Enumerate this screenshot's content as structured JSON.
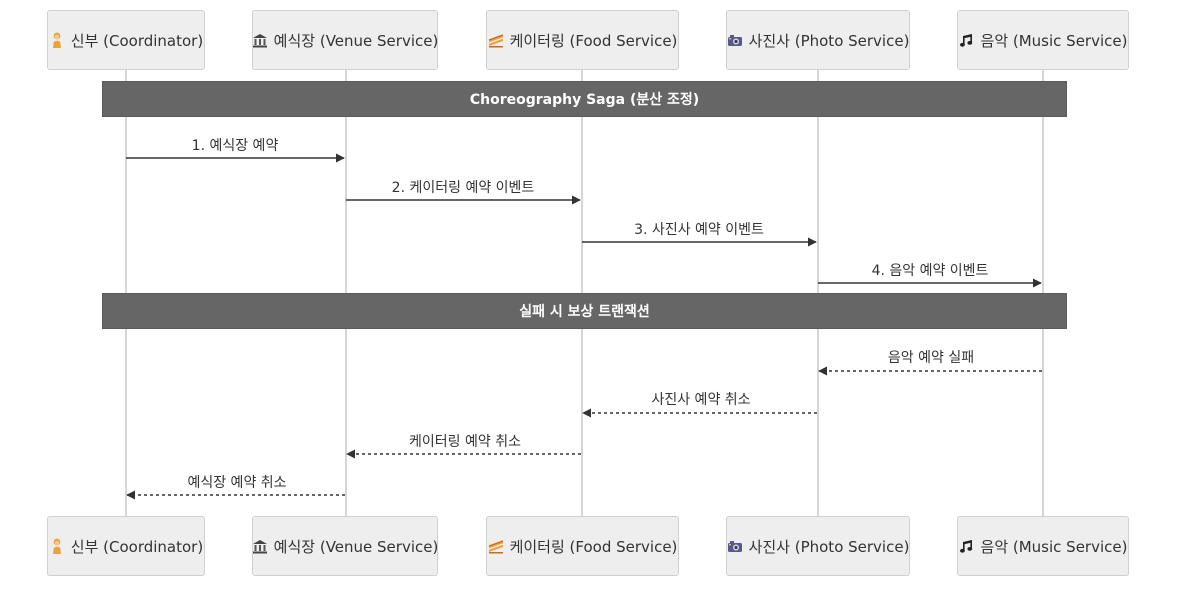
{
  "actors": [
    {
      "label": "신부 (Coordinator)",
      "icon": "woman-icon"
    },
    {
      "label": "예식장 (Venue Service)",
      "icon": "classical-building-icon"
    },
    {
      "label": "케이터링 (Food Service)",
      "icon": "cake-slice-icon"
    },
    {
      "label": "사진사 (Photo Service)",
      "icon": "camera-icon"
    },
    {
      "label": "음악 (Music Service)",
      "icon": "music-notes-icon"
    }
  ],
  "banners": [
    {
      "text": "Choreography Saga (분산 조정)"
    },
    {
      "text": "실패 시 보상 트랜잭션"
    }
  ],
  "messages": [
    {
      "label": "1. 예식장 예약",
      "style": "solid"
    },
    {
      "label": "2. 케이터링 예약 이벤트",
      "style": "solid"
    },
    {
      "label": "3. 사진사 예약 이벤트",
      "style": "solid"
    },
    {
      "label": "4. 음악 예약 이벤트",
      "style": "solid"
    },
    {
      "label": "음악 예약 실패",
      "style": "dashed"
    },
    {
      "label": "사진사 예약 취소",
      "style": "dashed"
    },
    {
      "label": "케이터링 예약 취소",
      "style": "dashed"
    },
    {
      "label": "예식장 예약 취소",
      "style": "dashed"
    }
  ],
  "colors": {
    "actor_bg": "#eeeeee",
    "actor_border": "#d0d0d0",
    "banner_bg": "#666666",
    "banner_text": "#ffffff",
    "lifeline": "#d6d6d6",
    "arrow": "#333333"
  }
}
